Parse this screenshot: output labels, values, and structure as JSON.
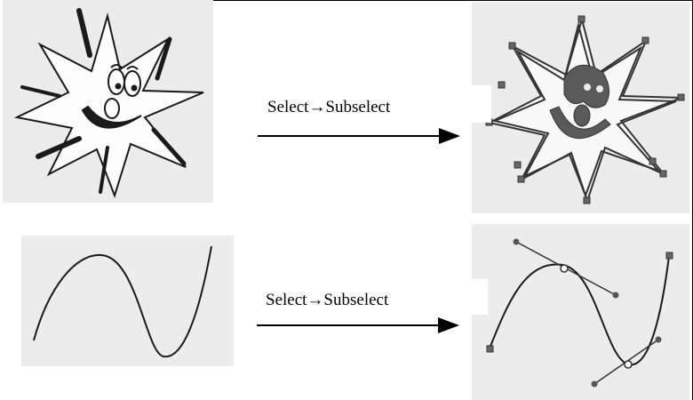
{
  "rows": [
    {
      "action_label": "Select→Subselect",
      "before": "star-cartoon",
      "after": "star-cartoon-subselected"
    },
    {
      "action_label": "Select→Subselect",
      "before": "bezier-curve",
      "after": "bezier-curve-subselected"
    }
  ],
  "colors": {
    "panel": "#ececec",
    "stroke": "#1a1a1a",
    "handle": "#555555"
  }
}
